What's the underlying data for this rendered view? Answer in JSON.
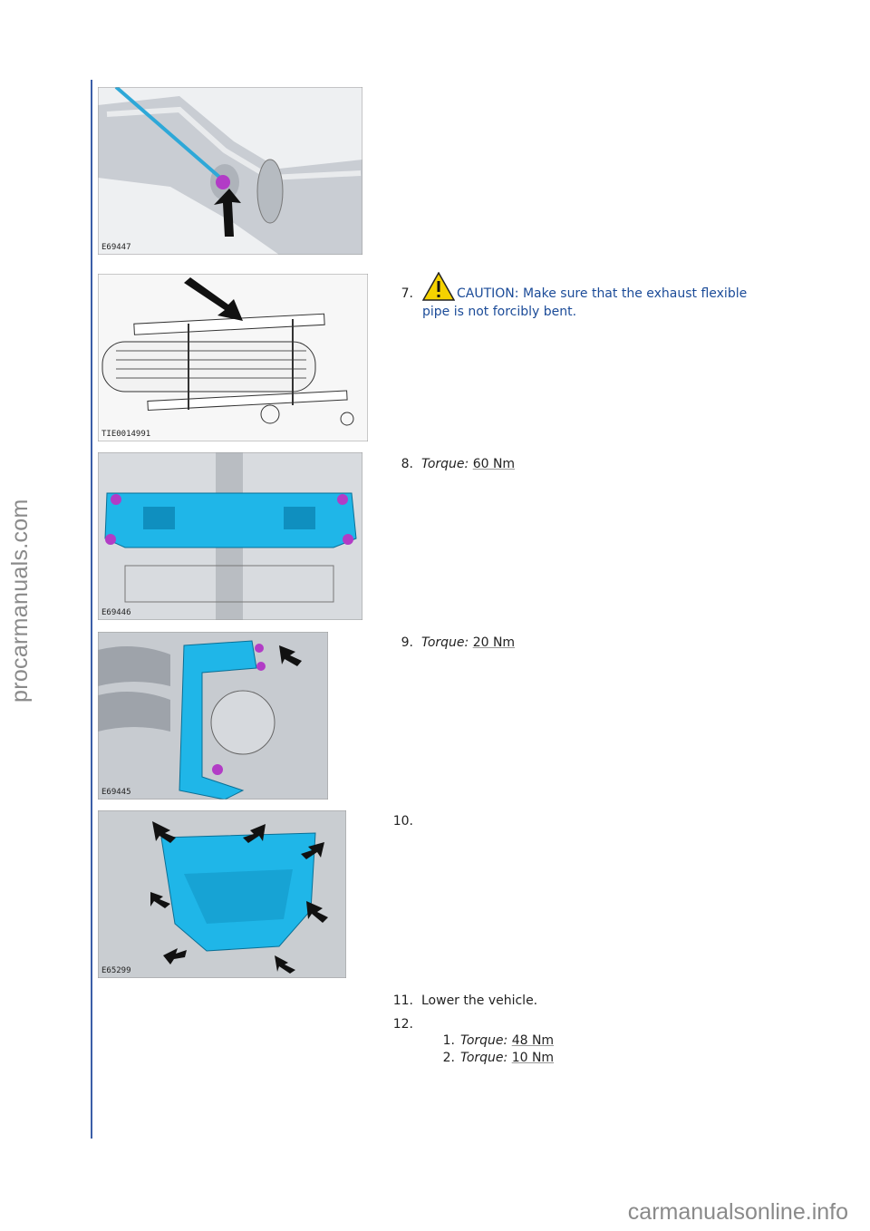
{
  "watermark": {
    "left": "procarmanuals.com",
    "bottom": "carmanualsonline.info"
  },
  "figures": [
    {
      "label": "E69447"
    },
    {
      "label": "TIE0014991"
    },
    {
      "label": "E69446"
    },
    {
      "label": "E69445"
    },
    {
      "label": "E65299"
    }
  ],
  "steps": {
    "s7": {
      "num": "7.",
      "caution_line1": "CAUTION: Make sure that the exhaust flexible",
      "caution_line2": "pipe is not forcibly bent."
    },
    "s8": {
      "num": "8.",
      "label": "Torque:",
      "value": "60 Nm"
    },
    "s9": {
      "num": "9.",
      "label": "Torque:",
      "value": "20 Nm"
    },
    "s10": {
      "num": "10."
    },
    "s11": {
      "num": "11.",
      "text": "Lower the vehicle."
    },
    "s12": {
      "num": "12.",
      "items": [
        {
          "num": "1.",
          "label": "Torque:",
          "value": "48 Nm"
        },
        {
          "num": "2.",
          "label": "Torque:",
          "value": "10 Nm"
        }
      ]
    }
  },
  "colors": {
    "accent_line": "#3b5ea8",
    "caution_text": "#1b4b98",
    "highlight_part": "#1fb6e8",
    "bolt": "#b23cc6"
  }
}
